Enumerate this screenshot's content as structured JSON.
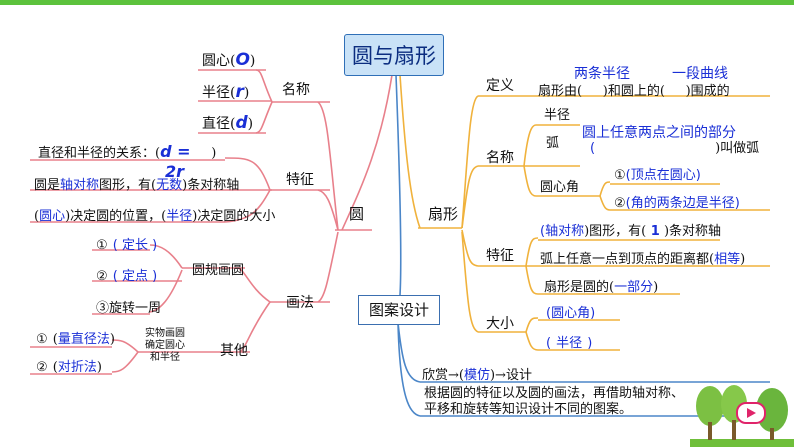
{
  "title": "圆与扇形",
  "circle": {
    "label": "圆",
    "name": {
      "label": "名称",
      "items": [
        {
          "text": "圆心(",
          "answer": "O",
          "close": ")"
        },
        {
          "text": "半径(",
          "answer": "r",
          "close": ")"
        },
        {
          "text": "直径(",
          "answer": "d",
          "close": ")"
        }
      ]
    },
    "feature": {
      "label": "特征",
      "relation": "直径和半径的关系：(",
      "relation_answer": "d =",
      "relation_close": ")",
      "relation_answer2": "2r",
      "symmetry": "圆是",
      "symmetry_ans1": "轴对称",
      "symmetry_mid": "图形，有(",
      "symmetry_ans2": "无数",
      "symmetry_end": ")条对称轴",
      "pos_open": "(",
      "pos_ans": "圆心",
      "pos_mid": ")决定圆的位置，(",
      "size_ans": "半径",
      "size_end": ")决定圆的大小"
    },
    "method": {
      "label": "画法",
      "compass": {
        "label": "圆规画圆",
        "steps": [
          {
            "num": "①",
            "text": "( 定长 )"
          },
          {
            "num": "②",
            "text": "( 定点 )"
          },
          {
            "num": "③",
            "text": "旋转一周"
          }
        ]
      },
      "other": {
        "label": "其他",
        "note": "实物画圆 确定圆心 和半径",
        "note_lines": [
          "实物画圆",
          "确定圆心",
          "和半径"
        ],
        "items": [
          {
            "num": "①",
            "open": "(",
            "answer": "量直径法",
            "close": ")"
          },
          {
            "num": "②",
            "open": "(",
            "answer": "对折法",
            "close": ")"
          }
        ]
      }
    }
  },
  "sector": {
    "label": "扇形",
    "definition": {
      "label": "定义",
      "ans1": "两条半径",
      "ans2": "一段曲线",
      "text_a": "扇形由(",
      "text_b": ")和圆上的(",
      "text_c": ")围成的"
    },
    "name": {
      "label": "名称",
      "radius": "半径",
      "arc_label": "弧",
      "arc_answer": "圆上任意两点之间的部分",
      "arc_open": "(",
      "arc_close": ")叫做弧",
      "angle": {
        "label": "圆心角",
        "items": [
          {
            "num": "①",
            "open": "(",
            "answer": "顶点在圆心",
            "close": ")"
          },
          {
            "num": "②",
            "open": "(",
            "answer": "角的两条边是半径",
            "close": ")"
          }
        ]
      }
    },
    "feature": {
      "label": "特征",
      "sym_open": "(",
      "sym_ans1": "轴对称",
      "sym_mid": ")图形，有(",
      "sym_ans2": "1",
      "sym_end": ")条对称轴",
      "dist_text": "弧上任意一点到顶点的距离都(",
      "dist_ans": "相等",
      "dist_close": ")",
      "part_text": "扇形是圆的(",
      "part_ans": "一部分",
      "part_close": ")"
    },
    "size": {
      "label": "大小",
      "items": [
        {
          "open": "(",
          "answer": "圆心角",
          "close": ")"
        },
        {
          "open": "(",
          "answer": "半径",
          "close": ")"
        }
      ]
    }
  },
  "design": {
    "label": "图案设计",
    "appreciate_a": "欣赏→(",
    "appreciate_ans": "模仿",
    "appreciate_b": ")→设计",
    "desc_line1": "根据圆的特征以及圆的画法，再借助轴对称、",
    "desc_line2": "平移和旋转等知识设计不同的图案。"
  },
  "colors": {
    "left_branch": "#e8808b",
    "right_branch": "#f0b23c",
    "design_branch": "#4b86c8",
    "answer": "#1a2fd6",
    "title_bg": "#c9e2f7",
    "top_bar": "#5cc23c"
  }
}
